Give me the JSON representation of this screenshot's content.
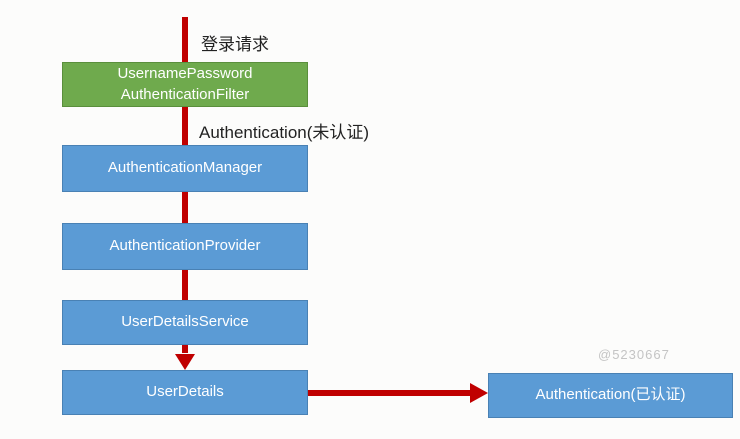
{
  "diagram": {
    "labels": {
      "login_request": "登录请求",
      "auth_unauthenticated": "Authentication(未认证)",
      "watermark": "@5230667"
    },
    "nodes": {
      "filter_line1": "UsernamePassword",
      "filter_line2": "AuthenticationFilter",
      "manager": "AuthenticationManager",
      "provider": "AuthenticationProvider",
      "service": "UserDetailsService",
      "user_details": "UserDetails",
      "auth_authenticated": "Authentication(已认证)"
    },
    "colors": {
      "filter_fill": "#6faa4d",
      "filter_border": "#5a8f3c",
      "node_fill": "#5b9bd5",
      "node_border": "#4981b4",
      "arrow": "#c00000",
      "label_text": "#222222",
      "watermark_text": "#c4c4c4",
      "background": "#fcfcfb"
    }
  }
}
